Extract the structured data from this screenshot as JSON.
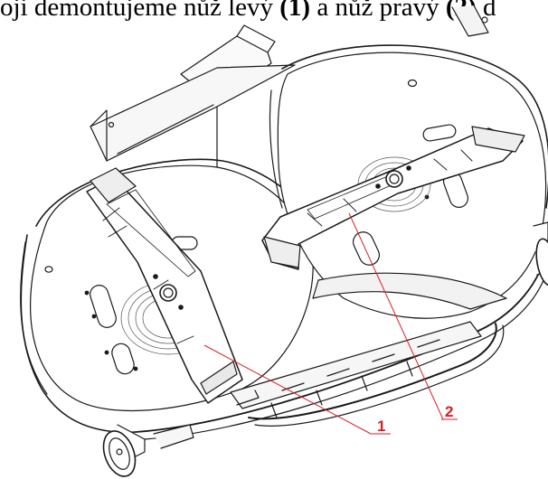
{
  "caption": {
    "part1": "oji demontujeme nůž levý ",
    "label1": "(1)",
    "part2": " a nůž pravý ",
    "label2": "(2)",
    "part3": " d"
  },
  "callouts": [
    {
      "id": "left-blade",
      "number": "1"
    },
    {
      "id": "right-blade",
      "number": "2"
    }
  ],
  "colors": {
    "line": "#1a1a1a",
    "callout": "#d6202a",
    "background": "#ffffff"
  }
}
